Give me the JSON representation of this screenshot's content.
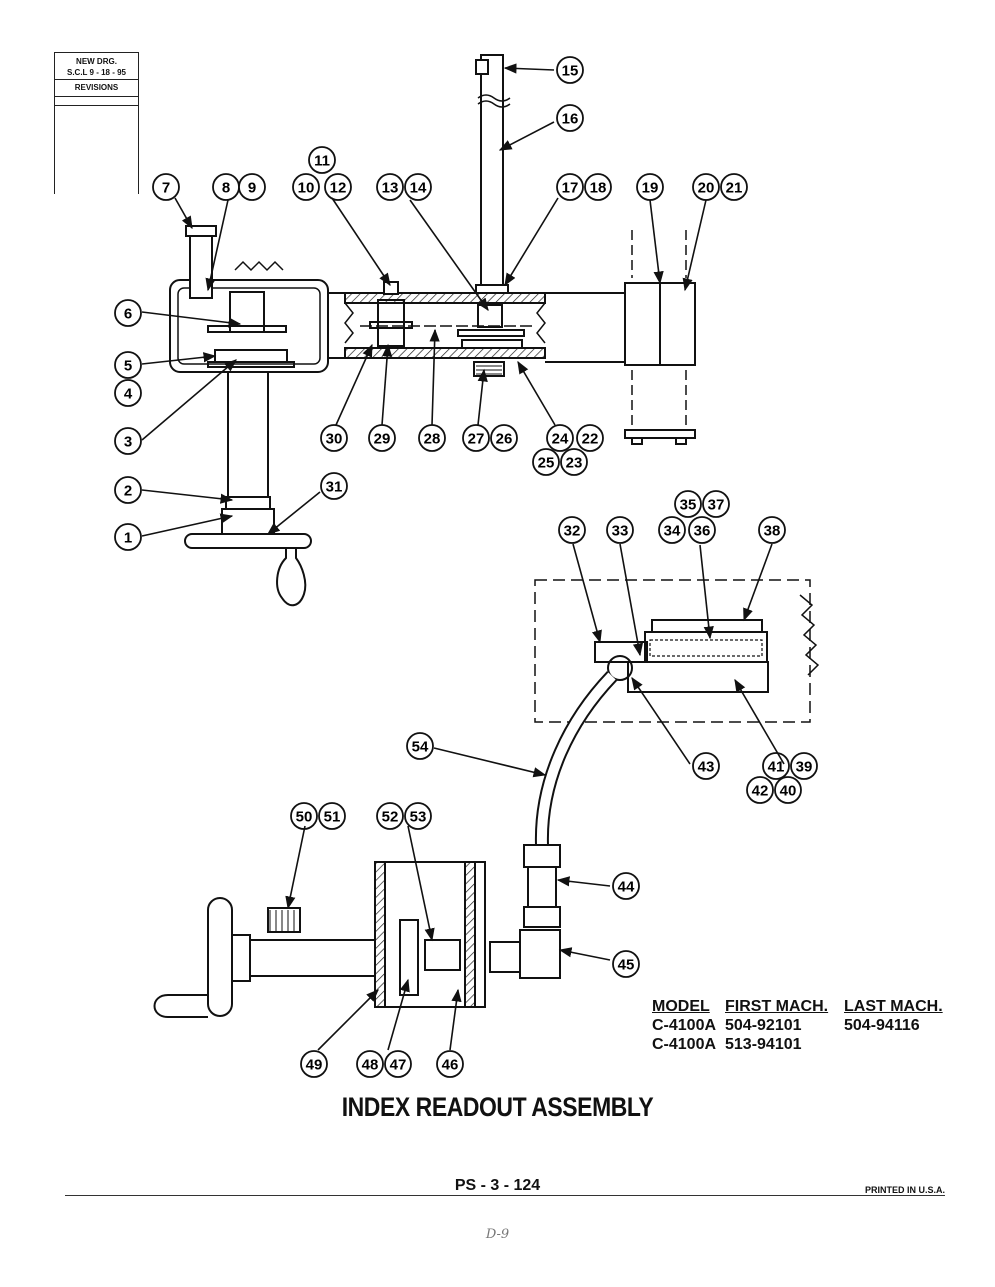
{
  "revision_block": {
    "new_drawing": "NEW DRG.",
    "scl_date": "S.C.L 9 - 18 - 95",
    "revisions": "REVISIONS"
  },
  "title": "INDEX READOUT ASSEMBLY",
  "page_number": "PS - 3 - 124",
  "printed_in": "PRINTED IN U.S.A.",
  "handwritten_note": "D-9",
  "model_table": {
    "headers": [
      "MODEL",
      "FIRST MACH.",
      "LAST MACH."
    ],
    "rows": [
      [
        "C-4100A",
        "504-92101",
        "504-94116"
      ],
      [
        "C-4100A",
        "513-94101",
        ""
      ]
    ]
  },
  "callouts": [
    "1",
    "2",
    "3",
    "4",
    "5",
    "6",
    "7",
    "8",
    "9",
    "10",
    "11",
    "12",
    "13",
    "14",
    "15",
    "16",
    "17",
    "18",
    "19",
    "20",
    "21",
    "22",
    "23",
    "24",
    "25",
    "26",
    "27",
    "28",
    "29",
    "30",
    "31",
    "32",
    "33",
    "34",
    "35",
    "36",
    "37",
    "38",
    "39",
    "40",
    "41",
    "42",
    "43",
    "44",
    "45",
    "46",
    "47",
    "48",
    "49",
    "50",
    "51",
    "52",
    "53",
    "54"
  ]
}
